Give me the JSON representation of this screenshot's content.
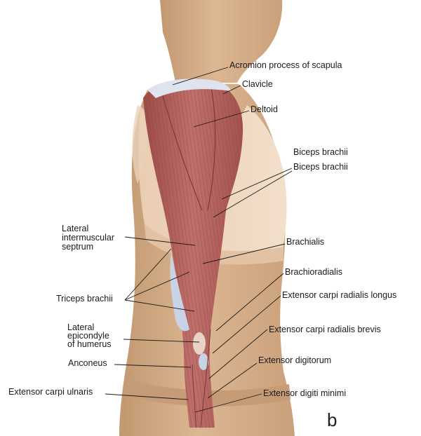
{
  "labels": {
    "acromion": "Acromion process of scapula",
    "clavicle": "Clavicle",
    "deltoid": "Deltoid",
    "biceps_1": "Biceps brachii",
    "biceps_2": "Biceps brachii",
    "lateral_septum": [
      "Lateral",
      "intermuscular",
      "septrum"
    ],
    "brachialis": "Brachialis",
    "brachioradialis": "Brachioradialis",
    "ecrl": "Extensor carpi radialis longus",
    "triceps": "Triceps brachii",
    "ecrb": "Extensor carpi radialis brevis",
    "lateral_epicondyle": [
      "Lateral",
      "epicondyle",
      "of humerus"
    ],
    "extensor_digitorum": "Extensor digitorum",
    "anconeus": "Anconeus",
    "ecu": "Extensor carpi ulnaris",
    "edm": "Extensor digiti minimi"
  },
  "panel_letter": "b",
  "colors": {
    "skin": "#d9b48f",
    "skin_shadow": "#c49a72",
    "bra": "#ecd2b8",
    "muscle": "#b5625e",
    "muscle_dark": "#8e4340",
    "tendon": "#c9d3e6"
  }
}
